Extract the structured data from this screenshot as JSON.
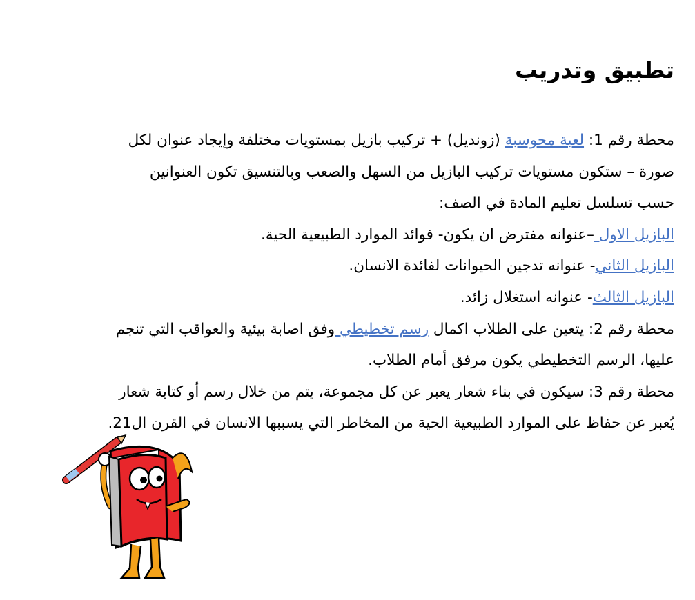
{
  "title": "تطبيق وتدريب",
  "station1": {
    "prefix": "محطة رقم 1: ",
    "link": "لعبة محوسبة",
    "rest_line1": " (زونديل) + تركيب بازيل بمستويات مختلفة وإيجاد عنوان لكل",
    "line2": "صورة – ستكون مستويات تركيب البازيل من السهل والصعب وبالتنسيق تكون العنوانين",
    "line3": "حسب تسلسل تعليم المادة في الصف:",
    "items": [
      {
        "link": "البازيل الاول ",
        "text": "–عنوانه مفترض ان يكون- فوائد الموارد الطبيعية الحية."
      },
      {
        "link": "البازيل الثاني",
        "text": "- عنوانه تدجين الحيوانات لفائدة الانسان."
      },
      {
        "link": "البازيل الثالث",
        "text": "- عنوانه استغلال زائد."
      }
    ]
  },
  "station2": {
    "prefix": "محطة رقم 2: يتعين على الطلاب اكمال ",
    "link": "رسم تخطيطي ",
    "rest_line1": "وفق اصابة بيئية والعواقب التي تنجم",
    "line2": "عليها، الرسم التخطيطي يكون مرفق أمام الطلاب."
  },
  "station3": {
    "line1": "محطة رقم 3: سيكون في بناء شعار يعبر عن كل مجموعة،  يتم من خلال رسم أو كتابة شعار",
    "line2": "يُعبر عن حفاظ على الموارد الطبيعية الحية من المخاطر التي يسببها الانسان في القرن ال21."
  },
  "colors": {
    "link": "#4472c4",
    "book_red": "#e8262b",
    "pencil_red": "#e53935"
  },
  "icons": {
    "mascot": "book-mascot-with-pencil"
  }
}
